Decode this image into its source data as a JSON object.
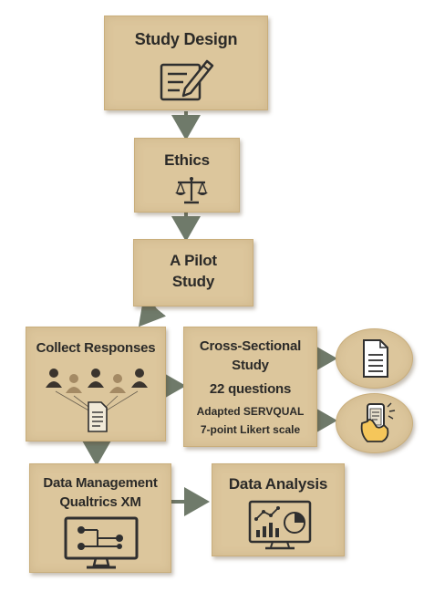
{
  "steps": {
    "study_design": {
      "title": "Study Design"
    },
    "ethics": {
      "title": "Ethics"
    },
    "pilot": {
      "title_line1": "A Pilot",
      "title_line2": "Study"
    },
    "collect": {
      "title": "Collect Responses"
    },
    "cross_sectional": {
      "title_line1": "Cross-Sectional",
      "title_line2": "Study",
      "questions": "22 questions",
      "detail1": "Adapted SERVQUAL",
      "detail2": "7-point Likert scale"
    },
    "data_management": {
      "title_line1": "Data Management",
      "title_line2": "Qualtrics XM"
    },
    "data_analysis": {
      "title": "Data Analysis"
    }
  },
  "colors": {
    "box_fill": "#dcc69c",
    "box_border": "#c9ae7c",
    "arrow": "#6f7a6a",
    "icon_stroke": "#2f2f2f",
    "person_dark": "#3a342e",
    "person_light": "#a48a64"
  },
  "icons": {
    "study_design": "pen-and-paper-icon",
    "ethics": "scales-of-justice-icon",
    "collect": "people-document-icon",
    "document": "document-icon",
    "phone": "hand-phone-icon",
    "management": "monitor-network-icon",
    "analysis": "dashboard-charts-icon"
  }
}
